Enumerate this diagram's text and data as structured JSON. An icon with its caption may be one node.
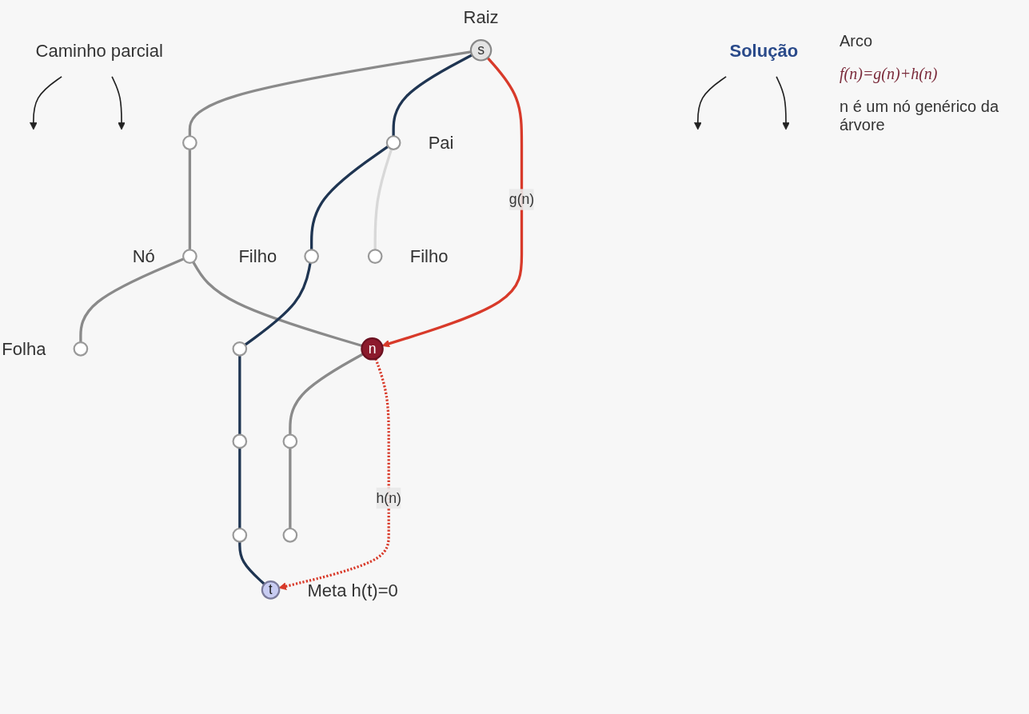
{
  "diagram": {
    "nodes": [
      {
        "text": [
          "s"
        ],
        "beside": [
          "Raiz"
        ]
      },
      {
        "text": [],
        "shape": "circle"
      },
      {
        "text": [],
        "shape": "circle",
        "beside": [
          "Nó"
        ]
      },
      {
        "text": [],
        "shape": "circle",
        "beside": [
          "Folha"
        ]
      },
      {
        "text": [
          "n"
        ]
      },
      {
        "text": [],
        "shape": "circle"
      },
      {
        "text": [],
        "shape": "circle"
      },
      {
        "text": [],
        "shape": "circle",
        "beside": [
          "Pai"
        ]
      },
      {
        "text": [],
        "shape": "circle",
        "beside": [
          "Filho"
        ]
      },
      {
        "text": [],
        "shape": "circle",
        "beside": [
          "Filho"
        ]
      },
      {
        "text": [],
        "shape": "circle"
      },
      {
        "text": [],
        "shape": "circle"
      },
      {
        "text": [],
        "shape": "circle"
      },
      {
        "text": [
          "t"
        ],
        "beside": [
          "Meta h(t)=0"
        ]
      },
      {
        "text": [
          "Caminho parcial"
        ]
      },
      {
        "text": [
          "Solução"
        ]
      }
    ],
    "edges": [
      {
        "from": 0,
        "to": 1,
        "arrow": "none"
      },
      {
        "from": 1,
        "to": 2,
        "arrow": "none"
      },
      {
        "from": 2,
        "to": 3,
        "arrow": "none"
      },
      {
        "from": 2,
        "to": 4,
        "arrow": "none"
      },
      {
        "from": 4,
        "to": 5,
        "arrow": "none"
      },
      {
        "from": 5,
        "to": 6,
        "arrow": "none"
      },
      {
        "from": 0,
        "to": 7,
        "arrow": "none",
        "color": "#1f3552"
      },
      {
        "from": 7,
        "to": 8,
        "arrow": "none",
        "color": "#1f3552"
      },
      {
        "from": 7,
        "to": 9,
        "arrow": "none",
        "color": "#d8d8d8"
      },
      {
        "from": 8,
        "to": 10,
        "arrow": "none",
        "color": "#1f3552"
      },
      {
        "from": 10,
        "to": 11,
        "arrow": "none",
        "color": "#1f3552"
      },
      {
        "from": 11,
        "to": 12,
        "arrow": "none",
        "color": "#1f3552"
      },
      {
        "from": 12,
        "to": 13,
        "arrow": "none",
        "color": "#1f3552"
      },
      {
        "from": 0,
        "to": 4,
        "arrow": "to",
        "label": "g(n)",
        "color": "#d83a2a"
      },
      {
        "from": 4,
        "to": 13,
        "arrow": "to",
        "label": "h(n)",
        "style": "dashed",
        "color": "#d83a2a"
      },
      {
        "from": 14,
        "to": null,
        "arrow": "to",
        "color": "#222222"
      },
      {
        "from": 14,
        "to": null,
        "arrow": "to",
        "color": "#222222"
      },
      {
        "from": 15,
        "to": null,
        "arrow": "to",
        "color": "#222222"
      },
      {
        "from": 15,
        "to": null,
        "arrow": "to",
        "color": "#222222"
      }
    ],
    "labels": [
      "Arco",
      "f(n)=g(n)+h(n)",
      "n é um nó genérico da árvore"
    ]
  }
}
